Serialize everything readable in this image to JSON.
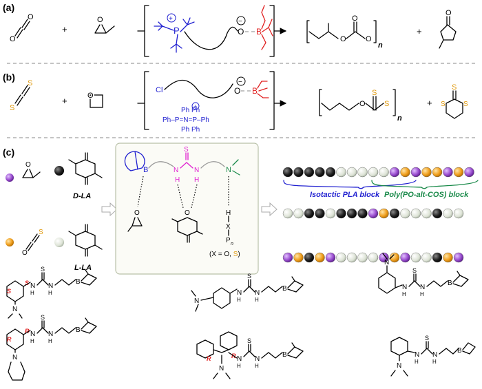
{
  "panels": {
    "a": {
      "label": "(a)",
      "plus1": "+",
      "plus2": "+",
      "product_n": "n"
    },
    "b": {
      "label": "(b)",
      "plus1": "+",
      "plus2": "+",
      "product_n": "n",
      "cl": "Cl",
      "ppn_row1": "Ph      Ph",
      "ppn_row2": "Ph–P=N=P–Ph",
      "ppn_row3": "Ph      Ph",
      "sulfur": "S",
      "oxygen": "O",
      "boron": "B"
    },
    "c": {
      "label": "(c)",
      "d_la": "D-LA",
      "l_la": "L-LA",
      "x_note_pre": "(X = O, ",
      "x_note_s": "S",
      "x_note_post": ")",
      "isotactic": "Isotactic PLA block",
      "poly_po": "Poly(PO-alt-COS) block",
      "chain_h": "H",
      "chain_x": "X",
      "chain_p": "P",
      "chain_n": "n",
      "stereo_s1": "S",
      "stereo_s2": "S",
      "stereo_r1": "R",
      "stereo_r2": "R",
      "stereo_r3": "R",
      "stereo_r4": "R"
    },
    "atoms": {
      "N": "N",
      "H": "H",
      "B": "B",
      "S": "S",
      "O": "O",
      "P": "P"
    }
  },
  "colors": {
    "purple_bead": "#9b4fd0",
    "orange_bead": "#f0a020",
    "black_bead": "#222222",
    "white_bead": "#dfe6d8",
    "isotactic_label": "#1f1fd0",
    "poly_label": "#1a8a4a",
    "phosphonium": "#1f1fd0",
    "borane": "#e02020",
    "thiourea": "#e020d0"
  },
  "chains": [
    [
      "black",
      "black",
      "black",
      "black",
      "black",
      "white",
      "white",
      "white",
      "white",
      "white",
      "purple",
      "orange",
      "purple",
      "orange",
      "orange",
      "purple",
      "orange",
      "purple"
    ],
    [
      "white",
      "white",
      "black",
      "black",
      "white",
      "black",
      "black",
      "black",
      "purple",
      "orange",
      "black",
      "white",
      "white",
      "white",
      "black",
      "white",
      "white"
    ],
    [
      "purple",
      "orange",
      "black",
      "orange",
      "purple",
      "white",
      "white",
      "white",
      "white",
      "purple",
      "orange",
      "purple",
      "white",
      "white",
      "black",
      "orange",
      "purple"
    ]
  ]
}
